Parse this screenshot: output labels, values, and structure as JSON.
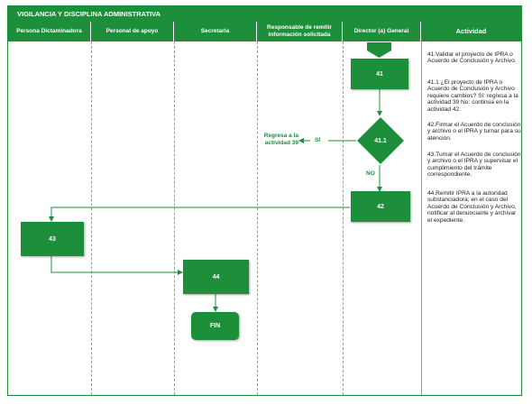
{
  "title": "VIGILANCIA Y DISCIPLINA ADMINISTRATIVA",
  "lanes": [
    {
      "label": "Persona Dictaminadora"
    },
    {
      "label": "Personal de apoyo"
    },
    {
      "label": "Secretaría"
    },
    {
      "label": "Responsable de remitir información solicitada"
    },
    {
      "label": "Director (a) General"
    },
    {
      "label": "Actividad"
    }
  ],
  "nodes": {
    "n41": "41",
    "d411": "41.1",
    "n42": "42",
    "n43": "43",
    "n44": "44",
    "fin": "FIN"
  },
  "labels": {
    "si": "SI",
    "no": "NO",
    "regresa": "Regresa a la actividad 39"
  },
  "activities": [
    "41.Validar el proyecto de IPRA o Acuerdo de Conclusión y Archivo.",
    "41.1 ¿El proyecto de IPRA o Acuerdo de Conclusión y Archivo requiere cambios? Sí: regresa a la actividad 39 No: continúa en la actividad 42.",
    "42.Firmar el Acuerdo de conclusión y archivo o el IPRA y turnar para su atención.",
    "43.Turnar el Acuerdo de conclusión y archivo o el IPRA y supervisar el cumplimiento del trámite correspondiente.",
    "44.Remitir IPRA a la autoridad substanciadora; en el caso del Acuerdo de Conclusión y Archivo, notificar al denunciante y archivar el expediente."
  ],
  "colors": {
    "green": "#1d8f3a",
    "line": "#1d8f3a",
    "lane_divider": "#9a9a9a"
  }
}
